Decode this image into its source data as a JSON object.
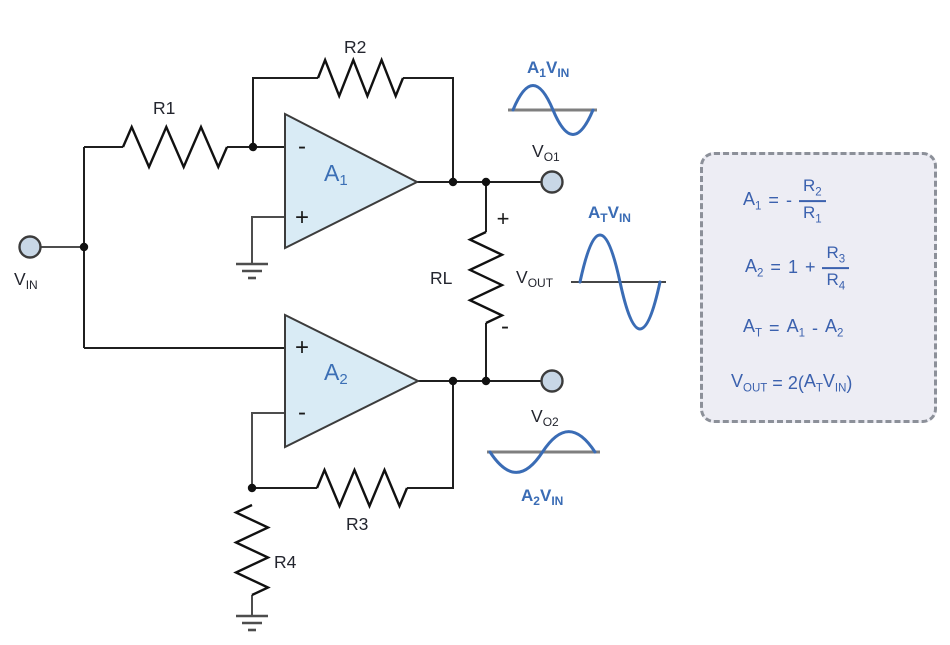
{
  "colors": {
    "wave_blue": "#3A6CB5",
    "formula_blue": "#3B61AE",
    "opamp_fill": "#D9EBF5",
    "opamp_label_blue": "#3B6FB5",
    "terminal_fill": "#C8D7E6",
    "wire_dark": "#1F1F1F",
    "box_bg": "#EDEDF4",
    "box_border": "#8C9099"
  },
  "circuit": {
    "vin": {
      "base": "V",
      "sub": "IN"
    },
    "vo1": {
      "base": "V",
      "sub": "O1"
    },
    "vo2": {
      "base": "V",
      "sub": "O2"
    },
    "vout": {
      "base": "V",
      "sub": "OUT"
    },
    "r1": "R1",
    "r2": "R2",
    "r3": "R3",
    "r4": "R4",
    "rl": "RL",
    "a1": {
      "base": "A",
      "sub": "1"
    },
    "a2": {
      "base": "A",
      "sub": "2"
    },
    "a1_minus": "-",
    "a1_plus": "+",
    "a2_plus": "+",
    "a2_minus": "-",
    "rl_plus": "+",
    "rl_minus": "-"
  },
  "waves": {
    "top": {
      "a": "A",
      "a_sub": "1",
      "v": "V",
      "v_sub": "IN"
    },
    "mid": {
      "a": "A",
      "a_sub": "T",
      "v": "V",
      "v_sub": "IN"
    },
    "bottom": {
      "a": "A",
      "a_sub": "2",
      "v": "V",
      "v_sub": "IN"
    }
  },
  "formulas": {
    "f1": {
      "lhs": "A",
      "lhs_sub": "1",
      "eq": "=",
      "sign": "-",
      "num": "R",
      "num_sub": "2",
      "den": "R",
      "den_sub": "1"
    },
    "f2": {
      "lhs": "A",
      "lhs_sub": "2",
      "eq": "=",
      "one": "1",
      "plus": "+",
      "num": "R",
      "num_sub": "3",
      "den": "R",
      "den_sub": "4"
    },
    "f3": {
      "lhs": "A",
      "lhs_sub": "T",
      "eq": "=",
      "t1": "A",
      "t1_sub": "1",
      "minus": "-",
      "t2": "A",
      "t2_sub": "2"
    },
    "f4": {
      "lhs": "V",
      "lhs_sub": "OUT",
      "eq": "=",
      "open": "2(",
      "t1": "A",
      "t1_sub": "T",
      "t2": "V",
      "t2_sub": "IN",
      "close": ")"
    }
  }
}
